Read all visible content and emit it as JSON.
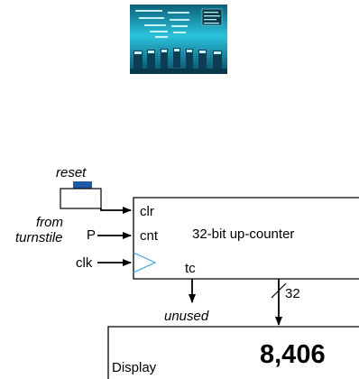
{
  "photo": {
    "description_hidden": "",
    "sign_lines": [
      "",
      "",
      ""
    ]
  },
  "diagram": {
    "reset_label": "reset",
    "from_label_line1": "from",
    "from_label_line2": "turnstile",
    "input_p": "P",
    "input_clk": "clk",
    "port_clr": "clr",
    "port_cnt": "cnt",
    "counter_title": "32-bit up-counter",
    "port_tc": "tc",
    "bus_width": "32",
    "unused_label": "unused",
    "display_label": "Display",
    "display_value": "8,406"
  },
  "colors": {
    "reset_button": "#1e5aa8",
    "photo_bg": "#1a9fb8"
  }
}
